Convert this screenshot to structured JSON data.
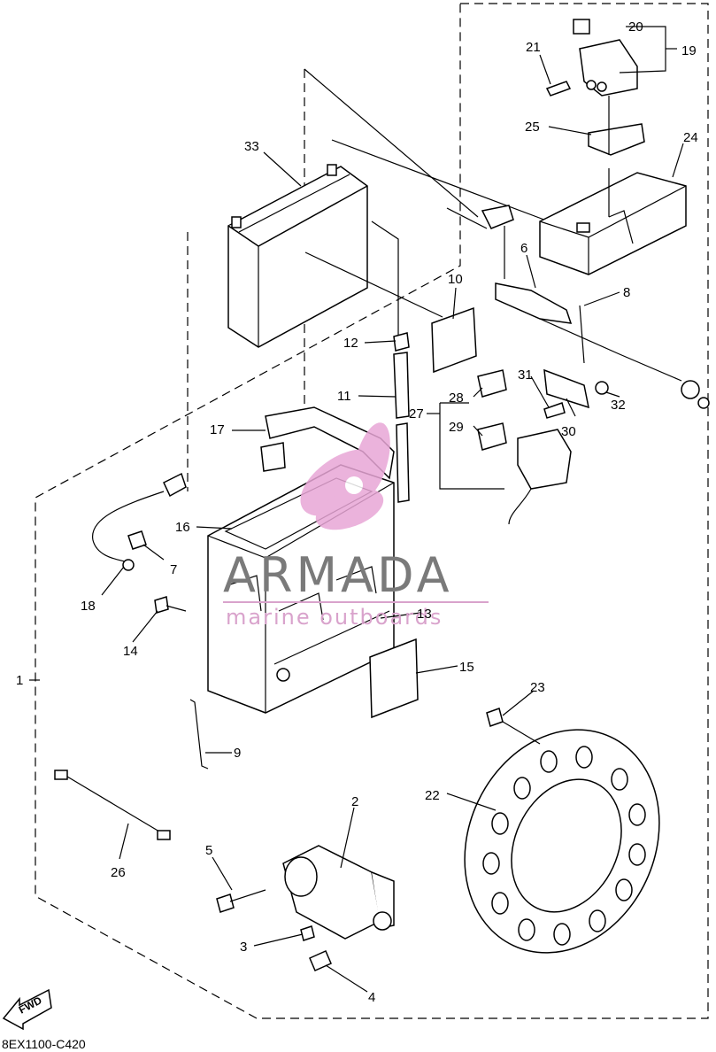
{
  "diagram": {
    "part_code": "8EX1100-C420",
    "fwd_label": "FWD",
    "callouts": {
      "c1": "1",
      "c2": "2",
      "c3": "3",
      "c4": "4",
      "c5": "5",
      "c6": "6",
      "c7": "7",
      "c8": "8",
      "c9": "9",
      "c10": "10",
      "c11": "11",
      "c12": "12",
      "c13": "13",
      "c14": "14",
      "c15": "15",
      "c16": "16",
      "c17": "17",
      "c18": "18",
      "c19": "19",
      "c20": "20",
      "c21": "21",
      "c22": "22",
      "c23": "23",
      "c24": "24",
      "c25": "25",
      "c26": "26",
      "c27": "27",
      "c28": "28",
      "c29": "29",
      "c30": "30",
      "c31": "31",
      "c32": "32",
      "c33": "33"
    }
  },
  "watermark": {
    "brand": "ARMADA",
    "tagline": "marine outboards",
    "logo_color": "#e8a6d6"
  }
}
